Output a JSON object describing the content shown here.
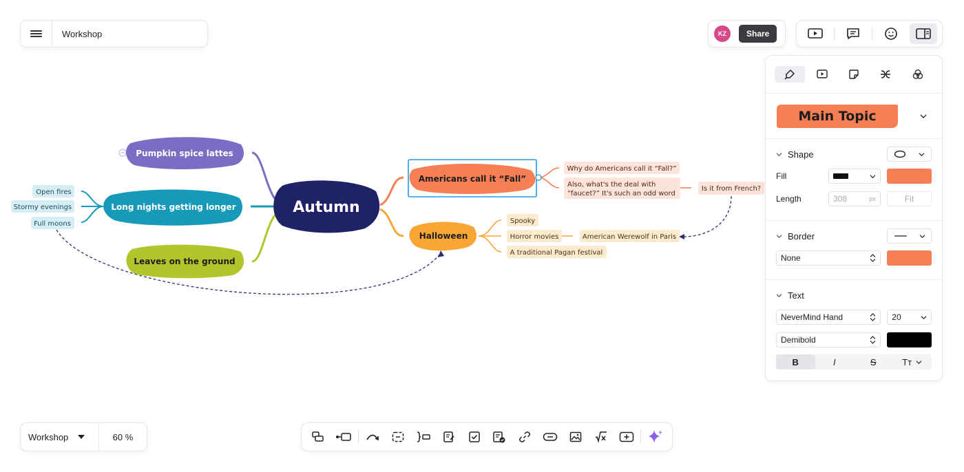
{
  "document": {
    "title": "Workshop"
  },
  "header": {
    "avatar_initials": "KZ",
    "share_label": "Share",
    "icons": [
      "present-icon",
      "comments-icon",
      "emoji-icon",
      "panel-icon"
    ]
  },
  "mindmap": {
    "central": "Autumn",
    "left_topics": [
      {
        "label": "Pumpkin spice lattes",
        "color": "#7b6cc4"
      },
      {
        "label": "Long nights getting longer",
        "color": "#1799b8"
      },
      {
        "label": "Leaves on the ground",
        "color": "#b2c52a"
      }
    ],
    "left_subtopics": [
      "Open fires",
      "Stormy evenings",
      "Full moons"
    ],
    "right_topics": [
      {
        "label": "Americans call it “Fall”",
        "color": "#f77f55"
      },
      {
        "label": "Halloween",
        "color": "#f9a634"
      }
    ],
    "fall_subtopics": [
      "Why do Americans call it “Fall?”",
      "Also, what's the deal with",
      "“faucet?” It's such an odd word"
    ],
    "fall_sub_child": "Is it from French?",
    "halloween_subtopics": [
      "Spooky",
      "Horror movies",
      "A traditional Pagan festival"
    ],
    "halloween_sub_child": "American Werewolf in Paris"
  },
  "inspector": {
    "tabs": [
      "style-icon",
      "media-icon",
      "sticker-icon",
      "structure-icon",
      "theme-icon"
    ],
    "preview_label": "Main Topic",
    "shape": {
      "header": "Shape",
      "fill_label": "Fill",
      "fill_color": "#f77f55",
      "length_label": "Length",
      "length_value": "308",
      "length_unit": "px",
      "fit_label": "Fit"
    },
    "border": {
      "header": "Border",
      "value": "None",
      "color": "#f77f55"
    },
    "text": {
      "header": "Text",
      "font": "NeverMind Hand",
      "size": "20",
      "weight": "Demibold",
      "color": "#000000",
      "format": [
        "B",
        "I",
        "S",
        "Tт"
      ]
    }
  },
  "footer": {
    "workspace": "Workshop",
    "zoom": "60 %"
  }
}
